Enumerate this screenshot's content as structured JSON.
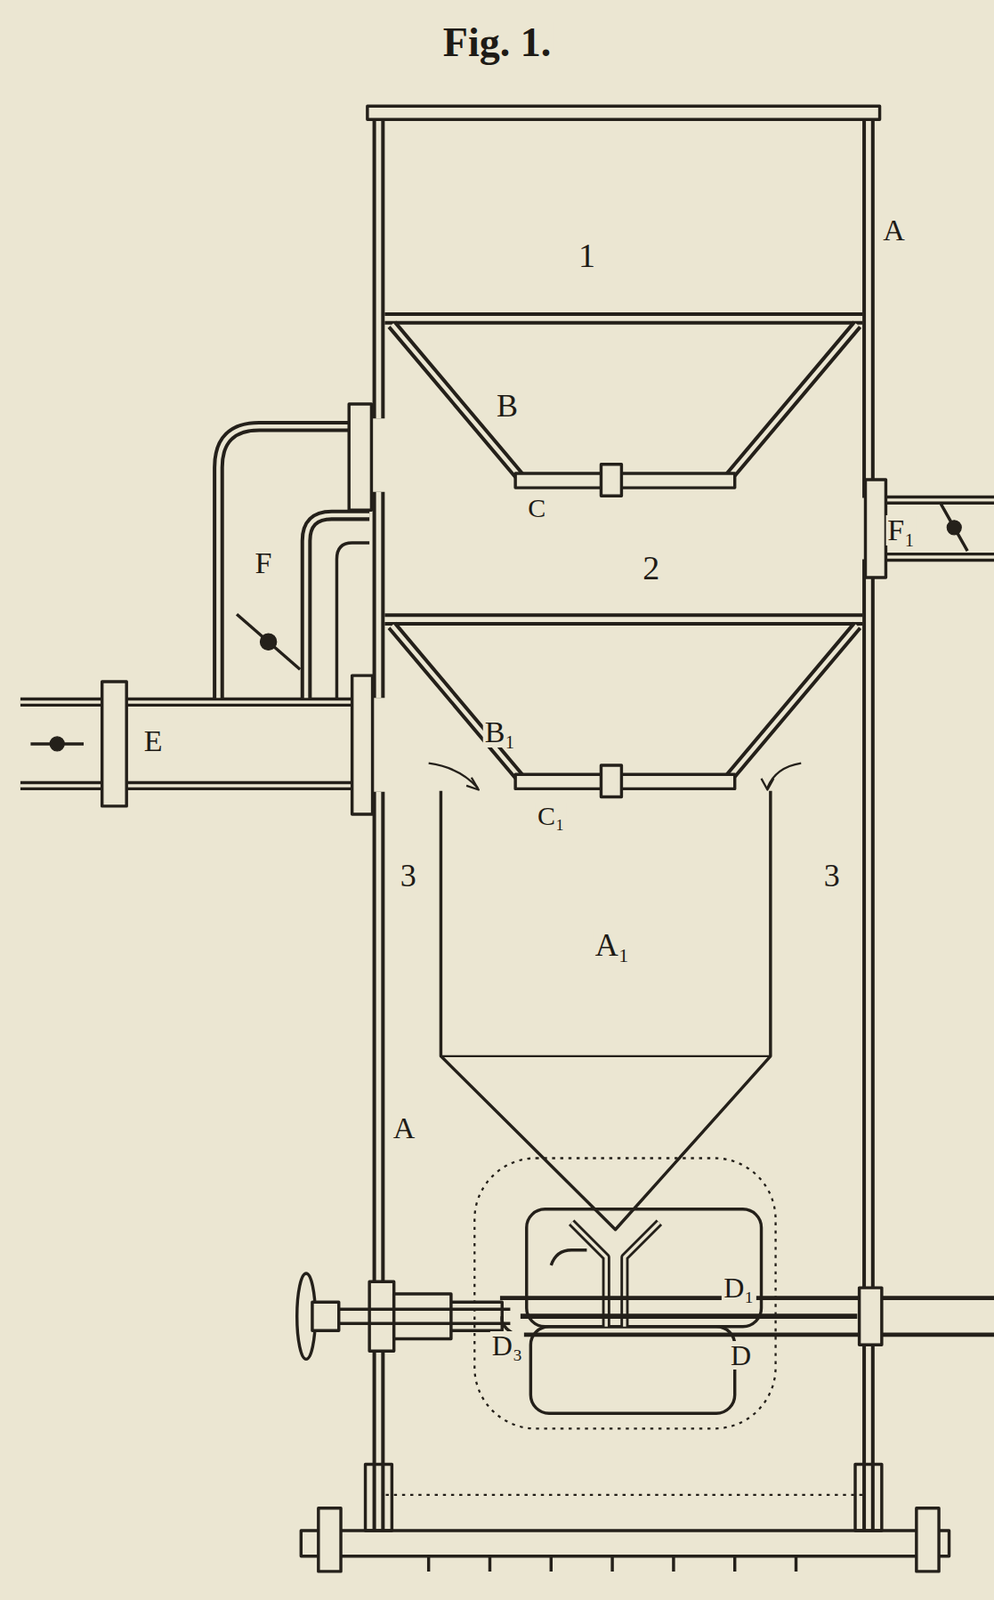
{
  "diagram": {
    "title": "Fig. 1.",
    "labels": [
      "1",
      "A",
      "B",
      "C",
      "2",
      "F",
      "F₁",
      "E",
      "B₁",
      "C₁",
      "3",
      "3",
      "A₁",
      "A",
      "D₁",
      "D₃",
      "D"
    ]
  }
}
